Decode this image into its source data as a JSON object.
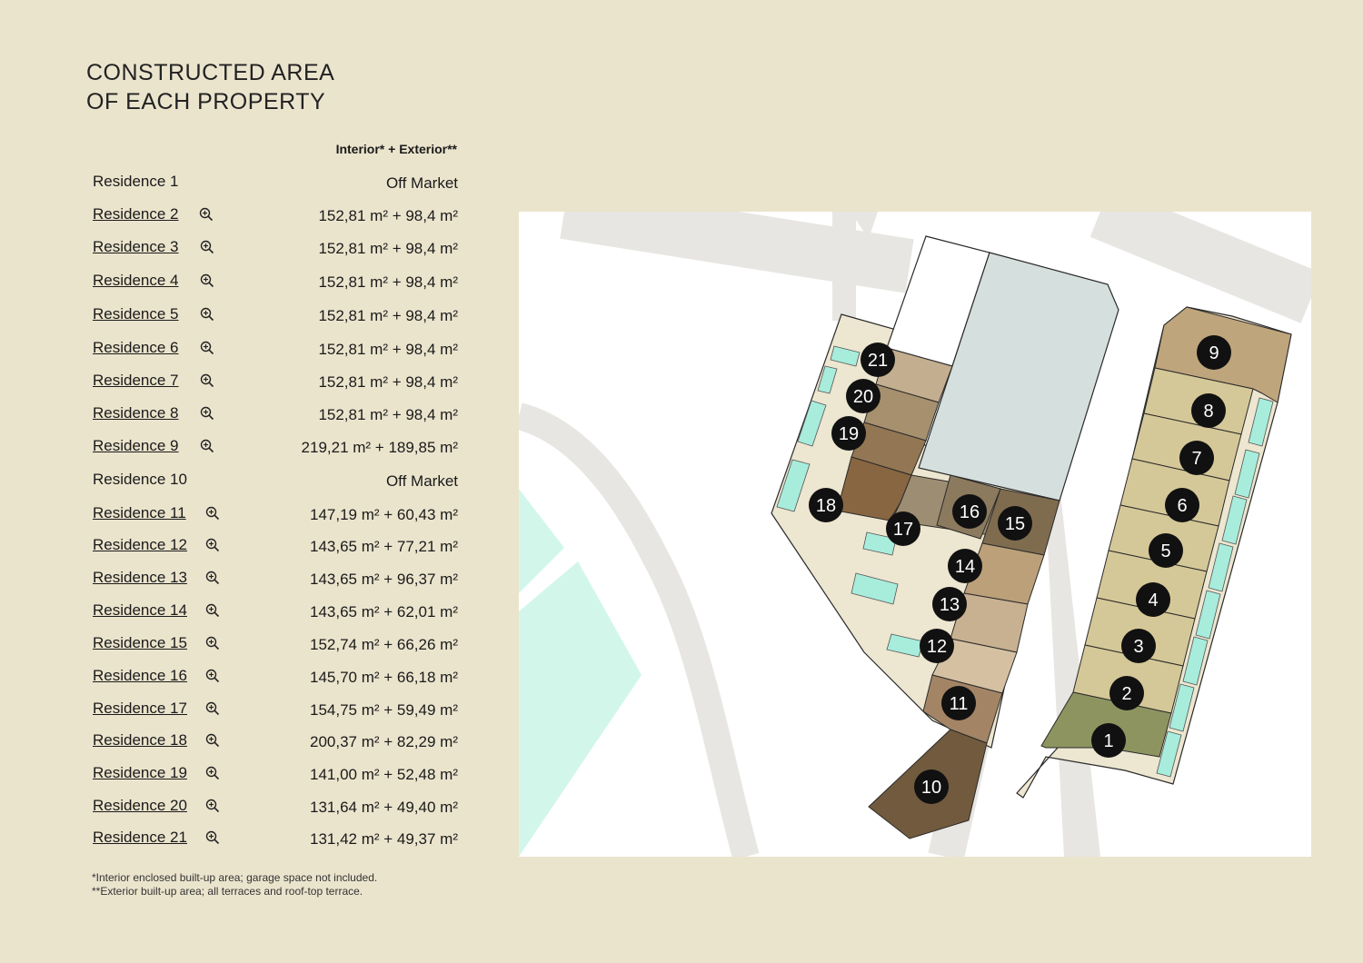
{
  "title_line1": "CONSTRUCTED AREA",
  "title_line2": "OF EACH PROPERTY",
  "column_header": "Interior* + Exterior**",
  "residences": [
    {
      "name": "Residence 1",
      "value": "Off Market",
      "link": false
    },
    {
      "name": "Residence 2",
      "value": "152,81 m² + 98,4 m²",
      "link": true
    },
    {
      "name": "Residence 3",
      "value": "152,81 m² + 98,4 m²",
      "link": true
    },
    {
      "name": "Residence 4",
      "value": "152,81 m² + 98,4 m²",
      "link": true
    },
    {
      "name": "Residence 5",
      "value": "152,81 m² + 98,4 m²",
      "link": true
    },
    {
      "name": "Residence 6",
      "value": "152,81 m² + 98,4 m²",
      "link": true
    },
    {
      "name": "Residence 7",
      "value": "152,81 m² + 98,4 m²",
      "link": true
    },
    {
      "name": "Residence 8",
      "value": "152,81 m² + 98,4 m²",
      "link": true
    },
    {
      "name": "Residence 9",
      "value": "219,21 m² + 189,85 m²",
      "link": true
    },
    {
      "name": "Residence 10",
      "value": "Off Market",
      "link": false
    },
    {
      "name": "Residence 11",
      "value": "147,19 m² + 60,43 m²",
      "link": true
    },
    {
      "name": "Residence 12",
      "value": "143,65 m² + 77,21 m²",
      "link": true
    },
    {
      "name": "Residence 13",
      "value": "143,65 m² + 96,37 m²",
      "link": true
    },
    {
      "name": "Residence 14",
      "value": "143,65 m² + 62,01 m²",
      "link": true
    },
    {
      "name": "Residence 15",
      "value": "152,74 m² + 66,26 m²",
      "link": true
    },
    {
      "name": "Residence 16",
      "value": "145,70 m² + 66,18 m²",
      "link": true
    },
    {
      "name": "Residence 17",
      "value": "154,75 m² + 59,49 m²",
      "link": true
    },
    {
      "name": "Residence 18",
      "value": "200,37 m² + 82,29 m²",
      "link": true
    },
    {
      "name": "Residence 19",
      "value": "141,00 m² + 52,48 m²",
      "link": true
    },
    {
      "name": "Residence 20",
      "value": "131,64 m² + 49,40 m²",
      "link": true
    },
    {
      "name": "Residence 21",
      "value": "131,42 m² + 49,37 m²",
      "link": true
    }
  ],
  "zoom_icon": "zoom-in-icon",
  "footnote1": "*Interior enclosed built-up area; garage space not included.",
  "footnote2": "**Exterior built-up area; all terraces and roof-top terrace.",
  "map_markers": [
    "1",
    "2",
    "3",
    "4",
    "5",
    "6",
    "7",
    "8",
    "9",
    "10",
    "11",
    "12",
    "13",
    "14",
    "15",
    "16",
    "17",
    "18",
    "19",
    "20",
    "21"
  ],
  "colors": {
    "background": "#ebe4cd",
    "map_white": "#ffffff",
    "road": "#e8e6e2",
    "green_area": "#d2f7ea",
    "courtyard": "#d5dfdd",
    "pool": "#a8ecdc",
    "marker": "#111111",
    "lot": "#ede6d0"
  }
}
